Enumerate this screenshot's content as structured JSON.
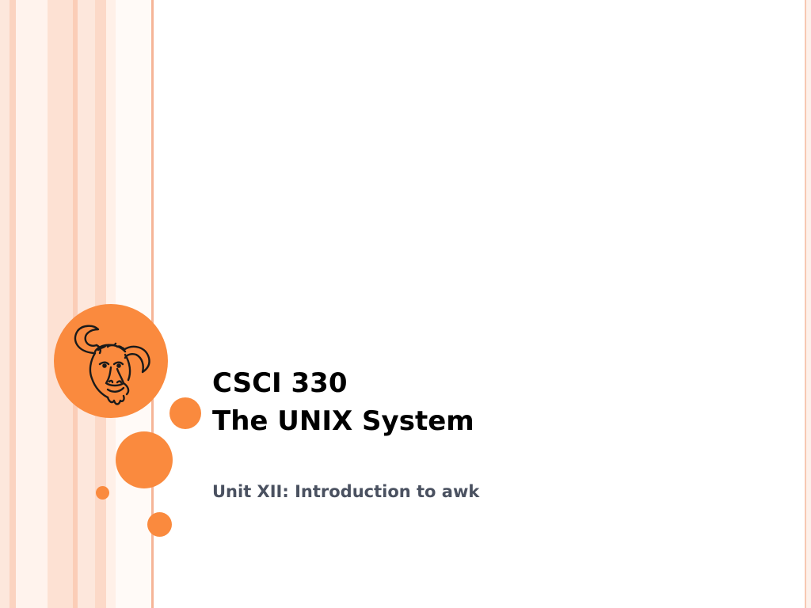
{
  "slide": {
    "title_line1": "CSCI 330",
    "title_line2": "The UNIX System",
    "subtitle": "Unit XII: Introduction to awk"
  },
  "colors": {
    "accent": "#fa8a3e",
    "stripe_light": "#fde7dc",
    "stripe_mid": "#fbd3c0",
    "divider": "#f6b597",
    "title_text": "#000000",
    "subtitle_text": "#4a5160",
    "background": "#ffffff"
  },
  "icons": {
    "logo": "gnu-head-icon"
  }
}
